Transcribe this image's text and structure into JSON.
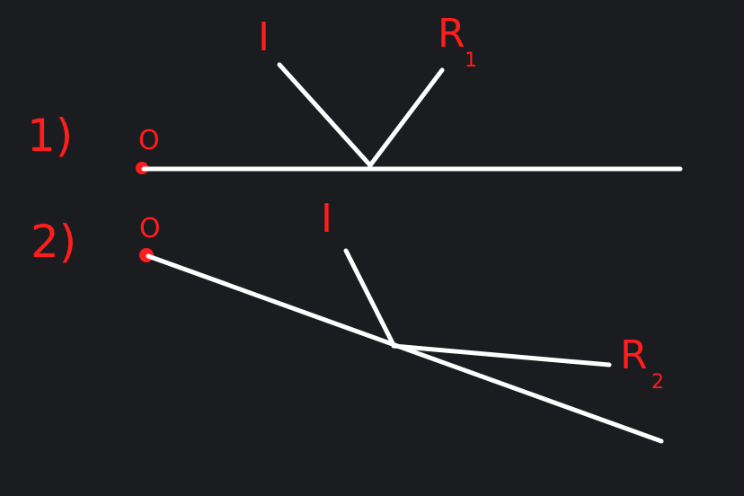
{
  "colors": {
    "background": "#1b1c1f",
    "ink_red": "#ff1d1d",
    "ink_white": "#ffffff"
  },
  "diagram": {
    "case1": {
      "number": "1)",
      "origin": "O",
      "incident": "I",
      "reflected": "R",
      "reflected_sub": "1"
    },
    "case2": {
      "number": "2)",
      "origin": "O",
      "incident": "I",
      "reflected": "R",
      "reflected_sub": "2"
    }
  }
}
